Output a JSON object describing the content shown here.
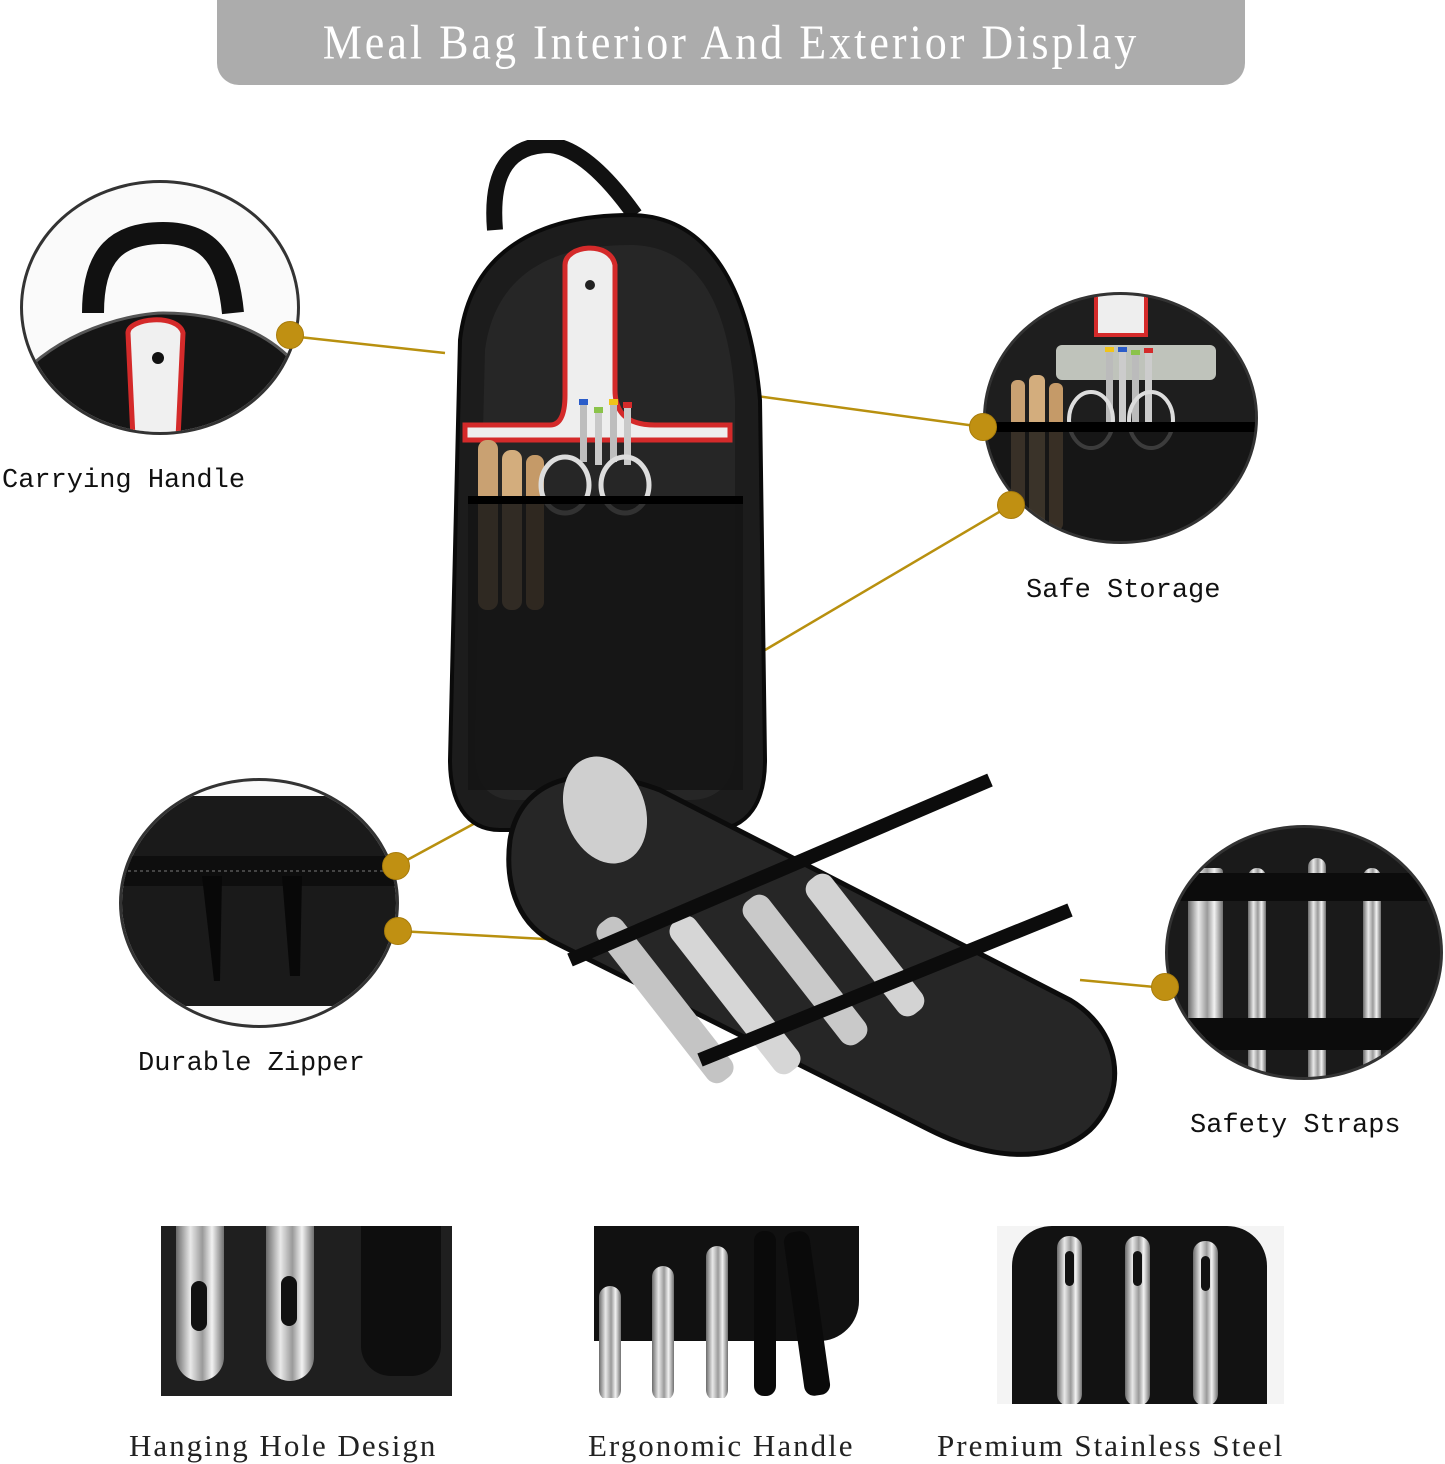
{
  "banner": {
    "title": "Meal Bag Interior And Exterior Display"
  },
  "callouts": [
    {
      "id": "carrying-handle",
      "label": "Carrying Handle"
    },
    {
      "id": "safe-storage",
      "label": "Safe Storage"
    },
    {
      "id": "durable-zipper",
      "label": "Durable Zipper"
    },
    {
      "id": "safety-straps",
      "label": "Safety Straps"
    }
  ],
  "features": [
    {
      "id": "hanging-hole",
      "label": "Hanging Hole Design"
    },
    {
      "id": "ergonomic-handle",
      "label": "Ergonomic Handle"
    },
    {
      "id": "stainless-steel",
      "label": "Premium Stainless Steel"
    }
  ],
  "colors": {
    "banner_bg": "#acacac",
    "connector": "#c09012",
    "bag": "#1a1a1a",
    "board_red": "#d42a2a"
  }
}
